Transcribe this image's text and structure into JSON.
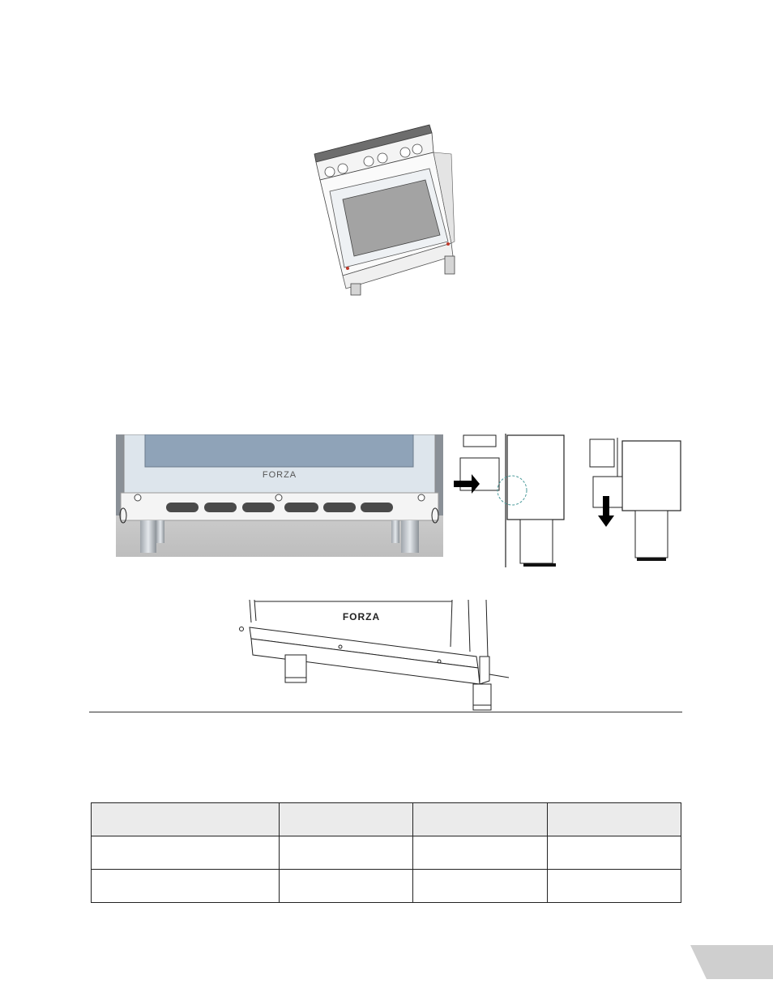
{
  "figures": {
    "oven_top_view": {
      "icon": "range-oven-open-door"
    },
    "front_base": {
      "brand": "FORZA",
      "icon": "oven-base-with-legs"
    },
    "detail_push": {
      "icon": "arrow-right-icon"
    },
    "detail_lower": {
      "icon": "arrow-down-icon"
    },
    "base_assembly": {
      "brand": "FORZA",
      "icon": "kick-plate-assembly"
    }
  },
  "table": {
    "header": [
      "",
      "",
      "",
      ""
    ],
    "rows": [
      [
        "",
        "",
        "",
        ""
      ],
      [
        "",
        "",
        "",
        ""
      ]
    ]
  },
  "colors": {
    "page_tab": "#cfcfcf",
    "table_header": "#ebebeb",
    "oven_panel": "#d9e2ea",
    "window": "#93a6bb"
  }
}
